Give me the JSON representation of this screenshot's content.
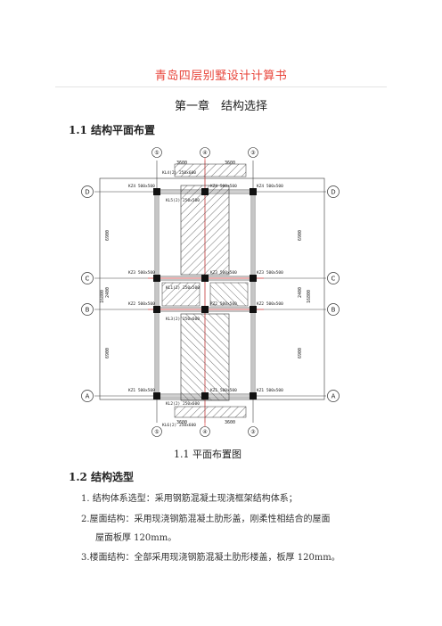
{
  "header": {
    "title": "青岛四层别墅设计计算书"
  },
  "chapter_title": "第一章　结构选择",
  "section_1_1": "1.1 结构平面布置",
  "figure": {
    "caption": "1.1 平面布置图",
    "axis_top": [
      "⑤",
      "④",
      "③"
    ],
    "axis_bottom": [
      "⑤",
      "④",
      "③"
    ],
    "axis_left": [
      "D",
      "C",
      "B",
      "A"
    ],
    "axis_right": [
      "D",
      "C",
      "B",
      "A"
    ],
    "top_dims": [
      "3600",
      "3600"
    ],
    "bottom_dims": [
      "3600",
      "3600"
    ],
    "left_dims": [
      "6900",
      "2400",
      "6900"
    ],
    "left_total": "16800",
    "right_dims": [
      "6900",
      "2400",
      "6900"
    ],
    "right_total": "16800",
    "column_labels": [
      "KZ4 500x500",
      "KZ4 500x500",
      "KZ4 500x500",
      "KZ3 500x500",
      "KZ3 500x500",
      "KZ3 500x500",
      "KZ2 500x500",
      "KZ2 500x500",
      "KZ2 500x500",
      "KZ1 500x500",
      "KZ1 500x500",
      "KZ1 500x500"
    ],
    "beam_labels": [
      "KL4(2) 250x600",
      "KL5(2) 250x500",
      "KL1(2) 250x500",
      "KL3(2) 250x600",
      "KL2(2) 250x600",
      "KL6(2) 250x600"
    ]
  },
  "section_1_2": "1.2  结构选型",
  "items": [
    "1. 结构体系选型：采用钢筋混凝土现浇框架结构体系；",
    "2.屋面结构：采用现浇钢筋混凝土肋形盖，刚柔性相结合的屋面",
    "屋面板厚 120mm。",
    "3.楼面结构：全部采用现浇钢筋混凝土肋形楼盖，板厚 120mm。"
  ]
}
